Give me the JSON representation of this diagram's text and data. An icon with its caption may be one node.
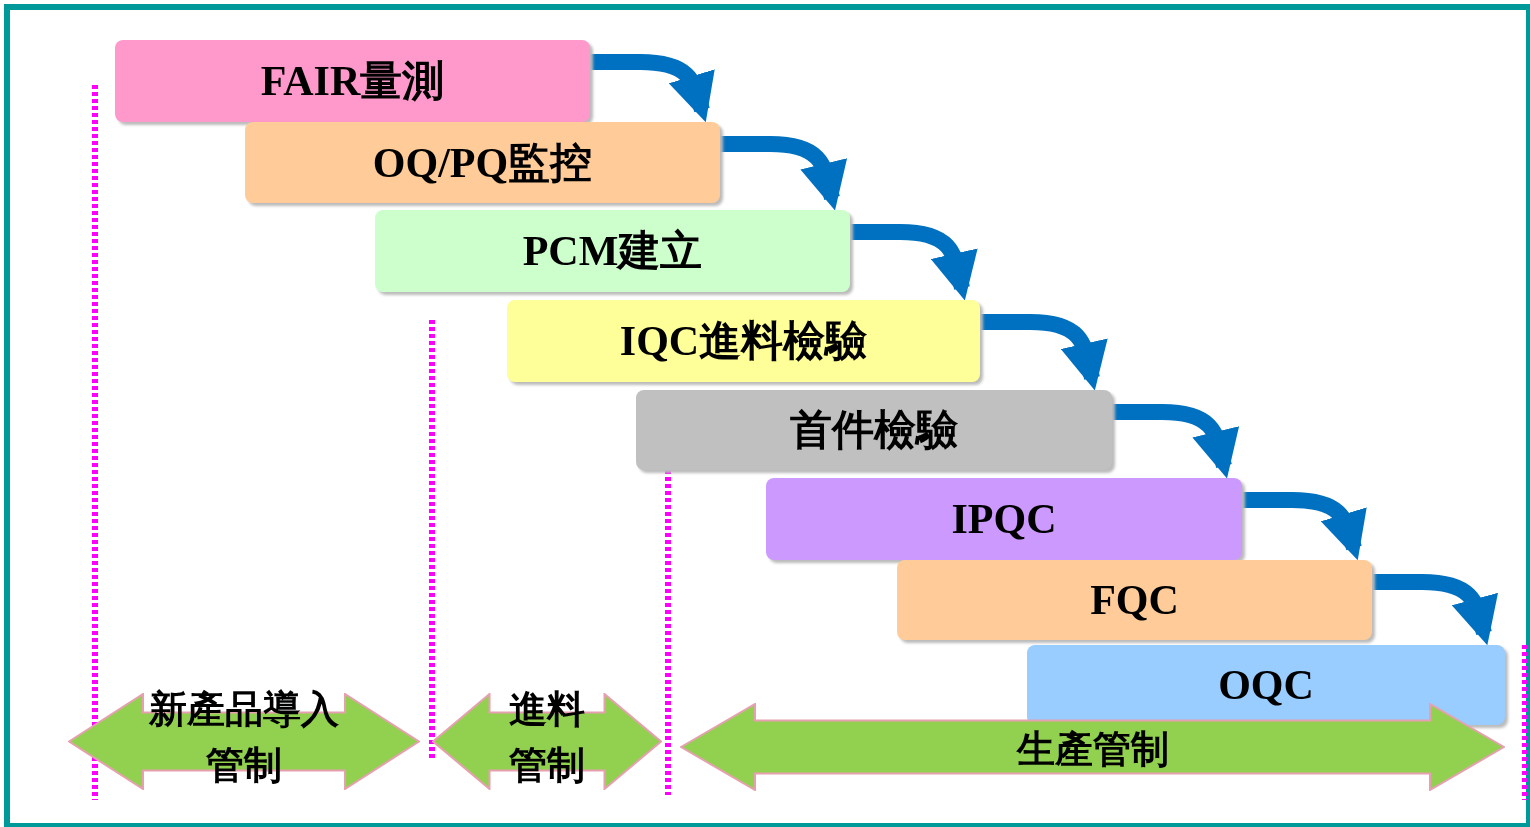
{
  "diagram": {
    "nodes": [
      {
        "text": [
          "FAIR量測"
        ]
      },
      {
        "text": [
          "OQ/PQ監控"
        ]
      },
      {
        "text": [
          "PCM建立"
        ]
      },
      {
        "text": [
          "IQC進料檢驗"
        ]
      },
      {
        "text": [
          "首件檢驗"
        ]
      },
      {
        "text": [
          "IPQC"
        ]
      },
      {
        "text": [
          "FQC"
        ]
      },
      {
        "text": [
          "OQC"
        ]
      },
      {
        "text": [
          "新產品導入管制"
        ]
      },
      {
        "text": [
          "進料管制"
        ]
      },
      {
        "text": [
          "生產管制"
        ]
      }
    ],
    "edges": [
      {
        "from": 0,
        "to": 1,
        "arrow": "to"
      },
      {
        "from": 1,
        "to": 2,
        "arrow": "to"
      },
      {
        "from": 2,
        "to": 3,
        "arrow": "to"
      },
      {
        "from": 3,
        "to": 4,
        "arrow": "to"
      },
      {
        "from": 4,
        "to": 5,
        "arrow": "to"
      },
      {
        "from": 5,
        "to": 6,
        "arrow": "to"
      },
      {
        "from": 6,
        "to": 7,
        "arrow": "to"
      }
    ]
  }
}
